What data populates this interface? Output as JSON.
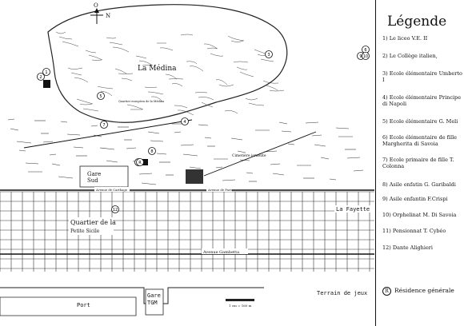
{
  "compass": {
    "north": "O",
    "east": "N"
  },
  "map_labels": {
    "medina": "La Médina",
    "quartier": "Quartier européen de la Médina",
    "cimetiere": "Cimetière israélite",
    "gare_sud_1": "Gare",
    "gare_sud_2": "Sud",
    "quartier_petite_sicile_1": "Quartier de la",
    "quartier_petite_sicile_2": "Petite Sicile",
    "avenue_gambetta": "Avenue Gambetta",
    "la_fayette": "La Fayette",
    "avenue_carthage": "Avenue de Carthage",
    "avenue_paris": "Avenue de Paris",
    "terrain": "Terrain de jeux",
    "port": "Port",
    "gare_tgm_1": "Gare",
    "gare_tgm_2": "TGM",
    "scale": "1 cm = 160 m"
  },
  "markers": [
    {
      "num": "1"
    },
    {
      "num": "2"
    },
    {
      "num": "3"
    },
    {
      "num": "4"
    },
    {
      "num": "5"
    },
    {
      "num": "6"
    },
    {
      "num": "7"
    },
    {
      "num": "8"
    },
    {
      "num": "9"
    },
    {
      "num": "10"
    },
    {
      "num": "11"
    },
    {
      "num": "12"
    },
    {
      "num": "R"
    }
  ],
  "legend": {
    "title": "Légende",
    "items": [
      {
        "num": "1)",
        "text": "Le liceo V.E. II"
      },
      {
        "num": "2)",
        "text": "Le Collège italien,"
      },
      {
        "num": "3)",
        "text": "Ecole élémentaire Umberto I"
      },
      {
        "num": "4)",
        "text": "Ecole élémentaire Principe di Napoli"
      },
      {
        "num": "5)",
        "text": "Ecole élémentaire G. Meli"
      },
      {
        "num": "6)",
        "text": "Ecole élémentaire de fille Margherita di Savoia"
      },
      {
        "num": "7)",
        "text": "Ecole primaire de fille T. Colonna"
      },
      {
        "num": "8)",
        "text": "Asile enfatin G. Garibaldi"
      },
      {
        "num": "9)",
        "text": "Asile enfantin F.Crispi"
      },
      {
        "num": "10)",
        "text": "Orphelinat M. Di Savoia"
      },
      {
        "num": "11)",
        "text": "Pensionnat T. Cybéo"
      },
      {
        "num": "12)",
        "text": "Dante Alighieri"
      }
    ],
    "residence_symbol": "R",
    "residence_label": "Résidence générale"
  }
}
